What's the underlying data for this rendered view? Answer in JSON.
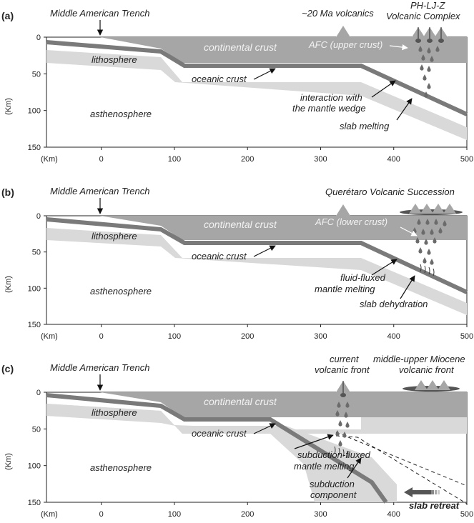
{
  "panels": [
    {
      "letter": "(a)",
      "trench": "Middle American Trench",
      "lithosphere": "lithosphere",
      "asthenosphere": "asthenosphere",
      "continental_crust": "continental crust",
      "oceanic_crust": "oceanic crust",
      "labels": {
        "volcanics": "~20 Ma volcanics",
        "complex_line1": "PH-LJ-Z",
        "complex_line2": "Volcanic Complex",
        "afc": "AFC (upper crust)",
        "interaction_line1": "interaction with",
        "interaction_line2": "the mantle wedge",
        "slab": "slab melting"
      }
    },
    {
      "letter": "(b)",
      "trench": "Middle American Trench",
      "lithosphere": "lithosphere",
      "asthenosphere": "asthenosphere",
      "continental_crust": "continental crust",
      "oceanic_crust": "oceanic crust",
      "labels": {
        "succession": "Querétaro Volcanic Succession",
        "afc": "AFC (lower crust)",
        "fluid_line1": "fluid-fluxed",
        "fluid_line2": "mantle melting",
        "slab": "slab dehydration"
      }
    },
    {
      "letter": "(c)",
      "trench": "Middle American Trench",
      "lithosphere": "lithosphere",
      "asthenosphere": "asthenosphere",
      "continental_crust": "continental crust",
      "oceanic_crust": "oceanic crust",
      "labels": {
        "current_line1": "current",
        "current_line2": "volcanic front",
        "miocene_line1": "middle-upper Miocene",
        "miocene_line2": "volcanic front",
        "subduction_line1": "subduction-fluxed",
        "subduction_line2": "mantle melting",
        "component_line1": "subduction",
        "component_line2": "component",
        "retreat": "slab retreat"
      }
    }
  ],
  "axes": {
    "y_unit": "(Km)",
    "x_unit": "(Km)",
    "y_ticks": [
      "0",
      "50",
      "100",
      "150"
    ],
    "x_ticks": [
      "0",
      "100",
      "200",
      "300",
      "400",
      "500"
    ]
  },
  "colors": {
    "continental_crust": "#a6a6a6",
    "lithosphere_band": "#d9d9d9",
    "slab_line": "#7a7a7a",
    "magma": "#6b6b6b",
    "text": "#222222"
  }
}
